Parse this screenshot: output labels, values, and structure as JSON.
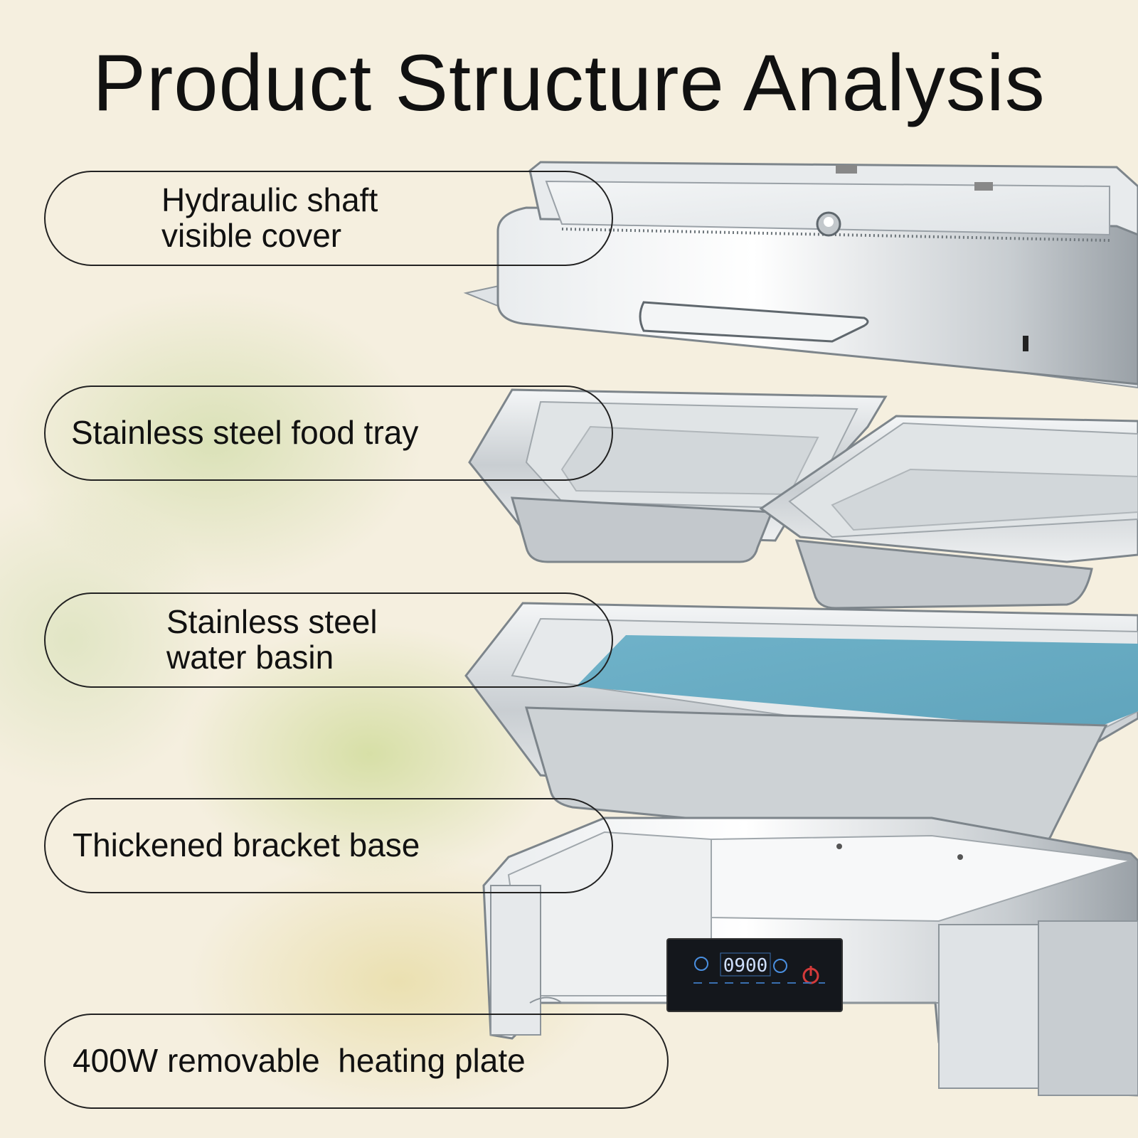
{
  "title": "Product Structure Analysis",
  "labels": {
    "cover_line1": "Hydraulic shaft",
    "cover_line2": "visible cover",
    "food_tray": "Stainless steel food tray",
    "basin_line1": "Stainless steel",
    "basin_line2": "water basin",
    "base": "Thickened bracket base",
    "heating_plate": "400W removable  heating plate"
  },
  "display_panel": {
    "readout": "0900"
  },
  "colors": {
    "water": "#6aaec6",
    "steel": "#d9dde0",
    "panel": "#14171c",
    "power": "#d43a3a"
  }
}
